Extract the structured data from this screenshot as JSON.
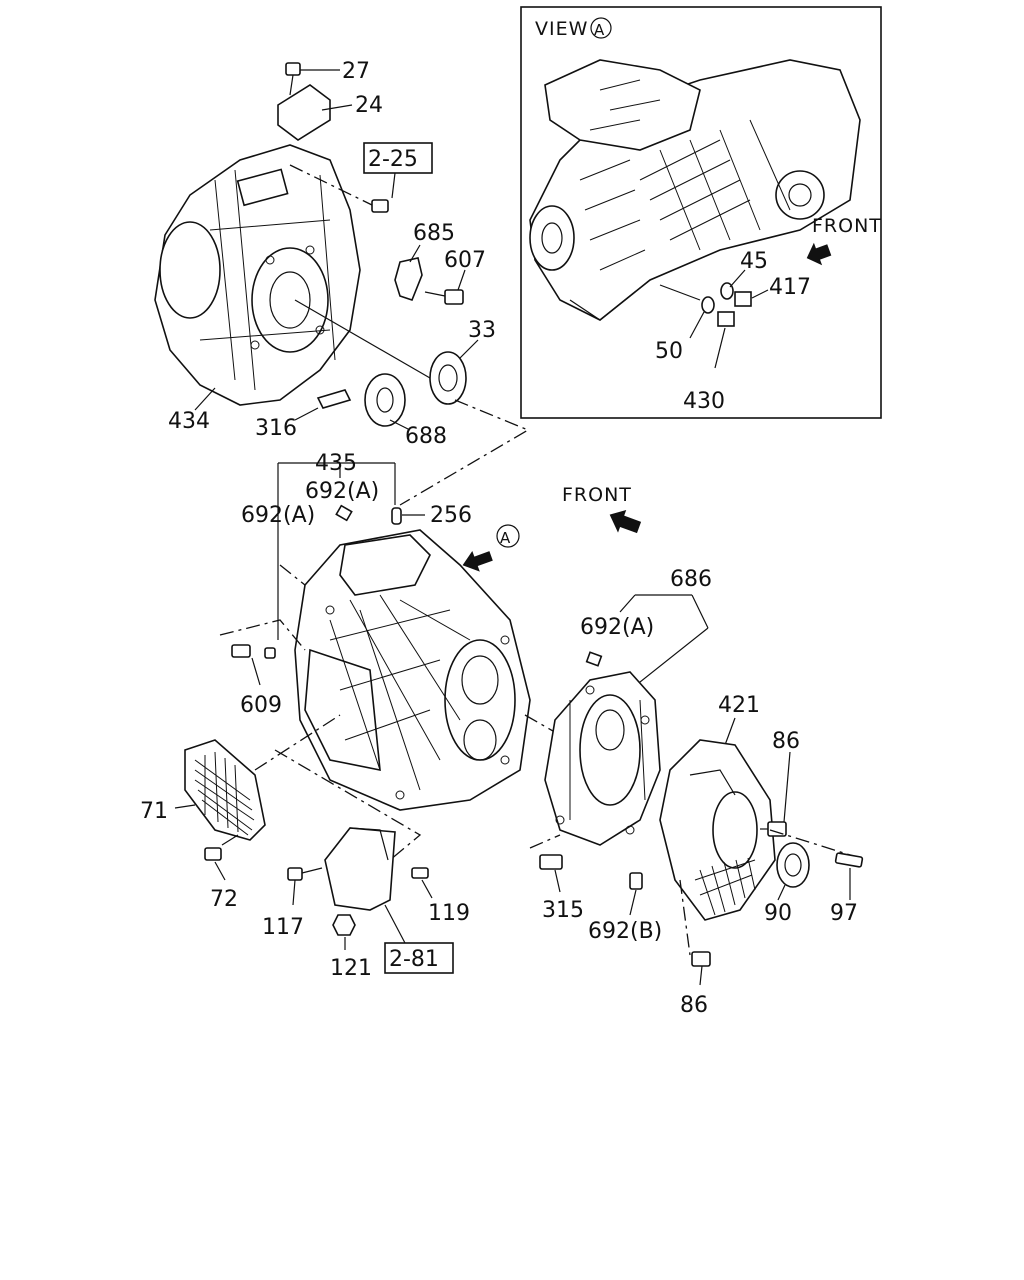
{
  "view_title": "VIEW",
  "view_marker": "A",
  "front_labels": {
    "main": "FRONT",
    "view": "FRONT"
  },
  "ref_boxes": {
    "upper": "2-25",
    "lower": "2-81"
  },
  "callouts": {
    "c27": "27",
    "c24": "24",
    "c685": "685",
    "c607": "607",
    "c33": "33",
    "c434": "434",
    "c316": "316",
    "c688": "688",
    "c435": "435",
    "c692a_top": "692(A)",
    "c692a_left": "692(A)",
    "c256": "256",
    "c609": "609",
    "c71": "71",
    "c72": "72",
    "c117": "117",
    "c119": "119",
    "c121": "121",
    "c686": "686",
    "c692a_right": "692(A)",
    "c421": "421",
    "c86_top": "86",
    "c315": "315",
    "c692b": "692(B)",
    "c90": "90",
    "c97": "97",
    "c86_bottom": "86",
    "c45": "45",
    "c417": "417",
    "c50": "50",
    "c430": "430"
  },
  "main_marker": "A"
}
